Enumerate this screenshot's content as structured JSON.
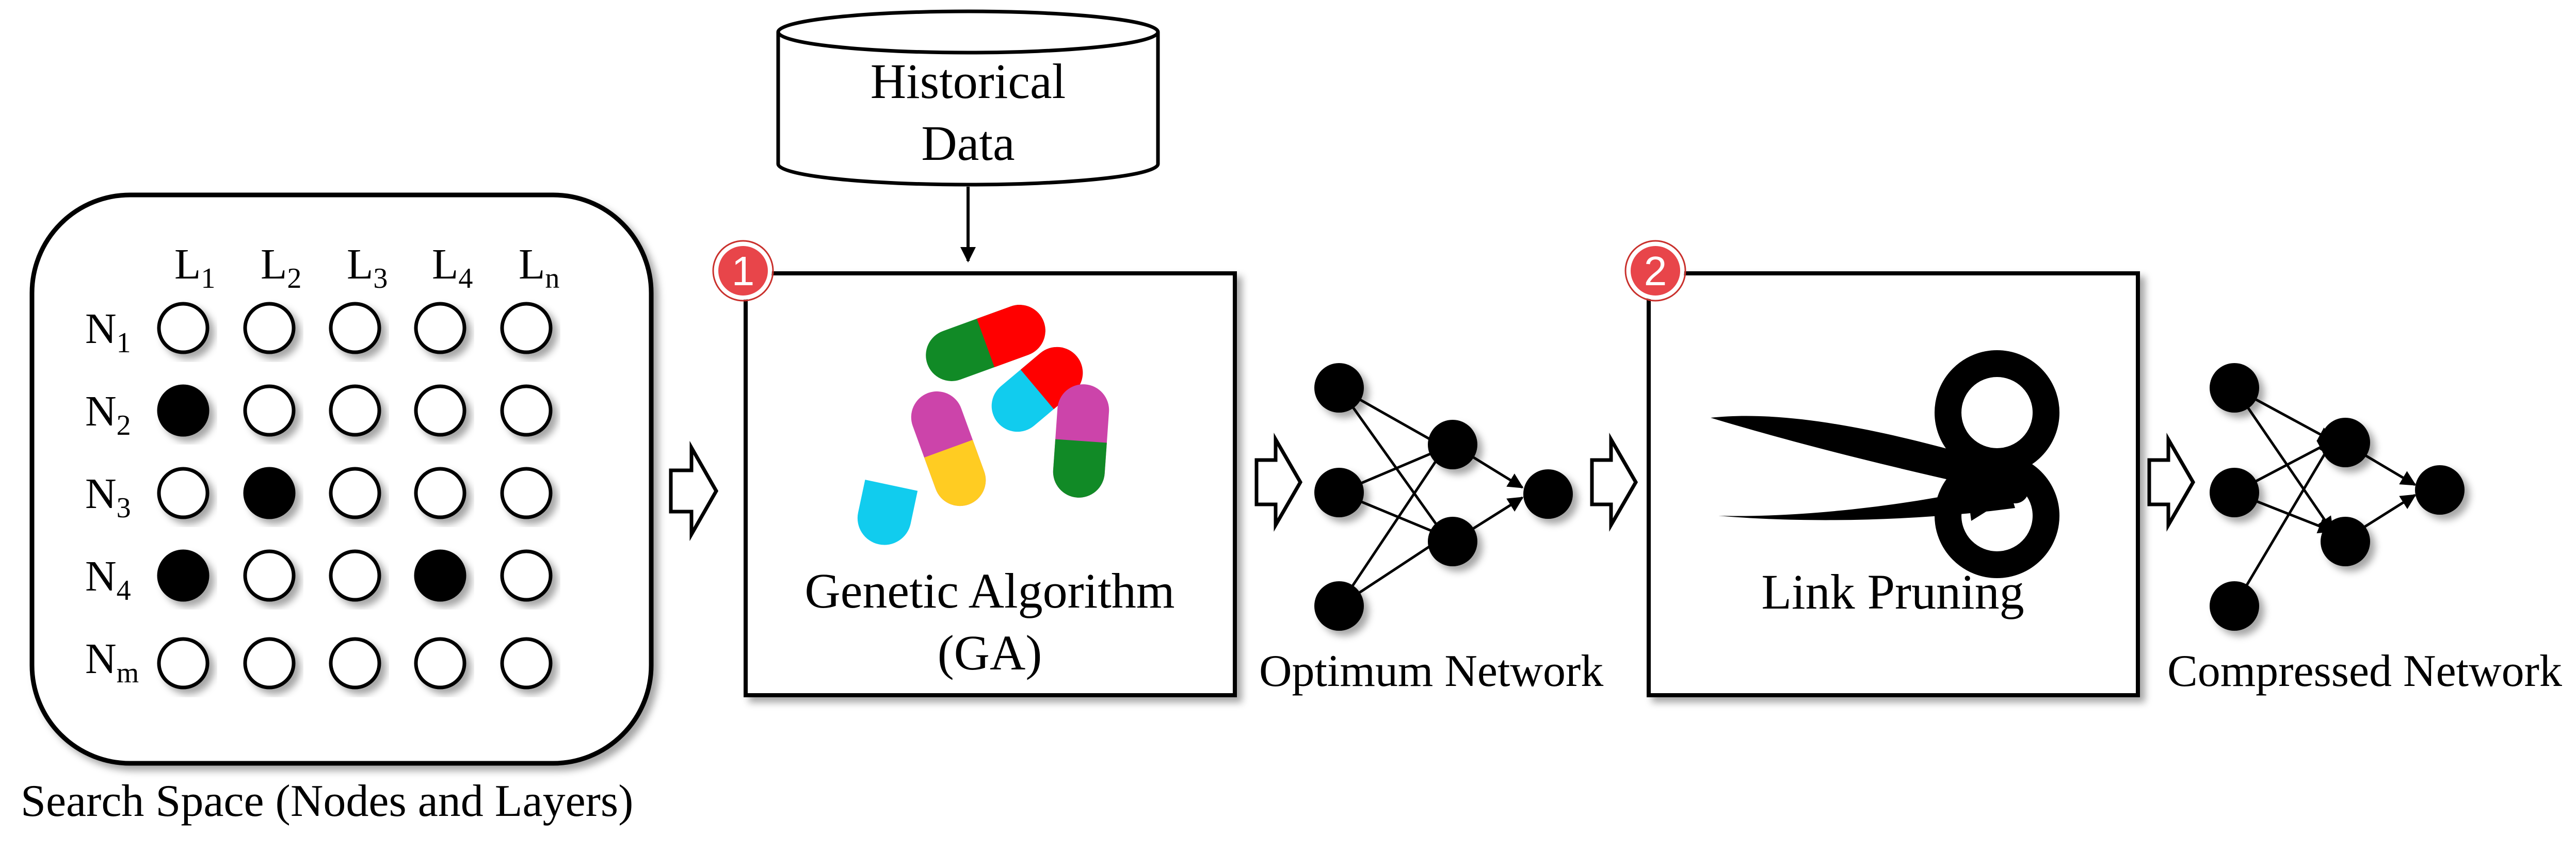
{
  "search_space": {
    "caption": "Search Space (Nodes and Layers)",
    "layers": [
      {
        "main": "L",
        "sub": "1"
      },
      {
        "main": "L",
        "sub": "2"
      },
      {
        "main": "L",
        "sub": "3"
      },
      {
        "main": "L",
        "sub": "4"
      },
      {
        "main": "L",
        "sub": "n"
      }
    ],
    "nodes": [
      {
        "main": "N",
        "sub": "1"
      },
      {
        "main": "N",
        "sub": "2"
      },
      {
        "main": "N",
        "sub": "3"
      },
      {
        "main": "N",
        "sub": "4"
      },
      {
        "main": "N",
        "sub": "m"
      }
    ],
    "selected": [
      [
        1,
        0
      ],
      [
        2,
        1
      ],
      [
        3,
        0
      ],
      [
        3,
        3
      ]
    ]
  },
  "historical_data": {
    "line1": "Historical",
    "line2": "Data"
  },
  "steps": [
    {
      "badge": "1",
      "title_line1": "Genetic Algorithm",
      "title_line2": "(GA)"
    },
    {
      "badge": "2",
      "title_line1": "Link Pruning"
    }
  ],
  "networks": {
    "optimum_caption": "Optimum Network",
    "compressed_caption": "Compressed Network"
  },
  "colors": {
    "badge": "#e8454a",
    "capsule_red": "#ff0000",
    "capsule_green": "#118a26",
    "capsule_magenta": "#cc44aa",
    "capsule_cyan": "#11ccee",
    "capsule_yellow": "#ffcc22"
  },
  "icons": {
    "capsules": "capsules-icon",
    "scissors": "scissors-icon"
  }
}
